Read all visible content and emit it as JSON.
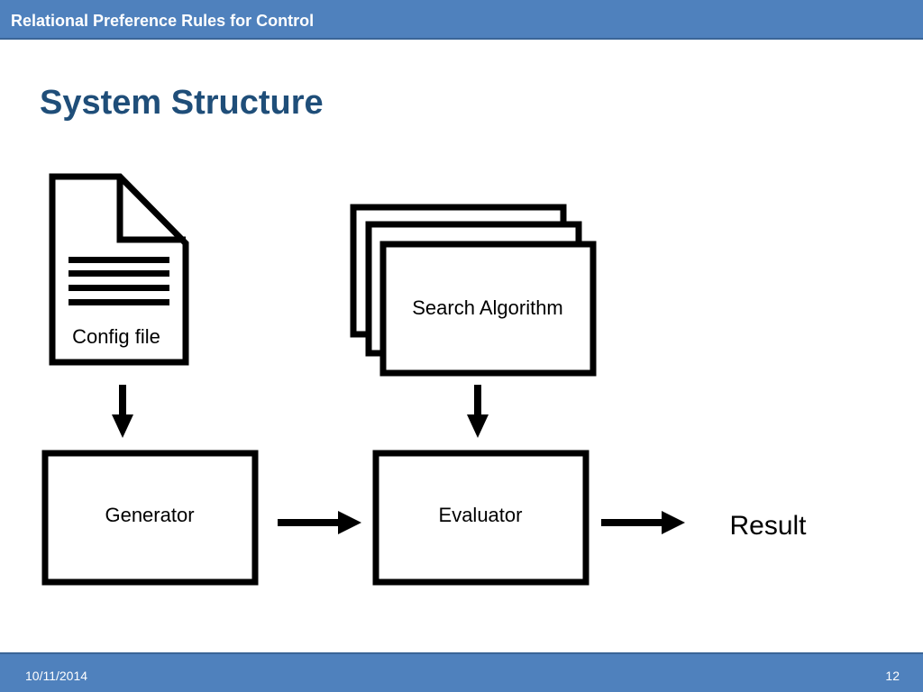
{
  "header": {
    "title": "Relational Preference Rules for Control"
  },
  "slide": {
    "title": "System Structure"
  },
  "diagram": {
    "config_file": "Config file",
    "search_algorithm": "Search Algorithm",
    "generator": "Generator",
    "evaluator": "Evaluator",
    "result": "Result"
  },
  "footer": {
    "date": "10/11/2014",
    "page": "12"
  },
  "colors": {
    "accent": "#4f81bd",
    "title": "#1f4e79"
  }
}
